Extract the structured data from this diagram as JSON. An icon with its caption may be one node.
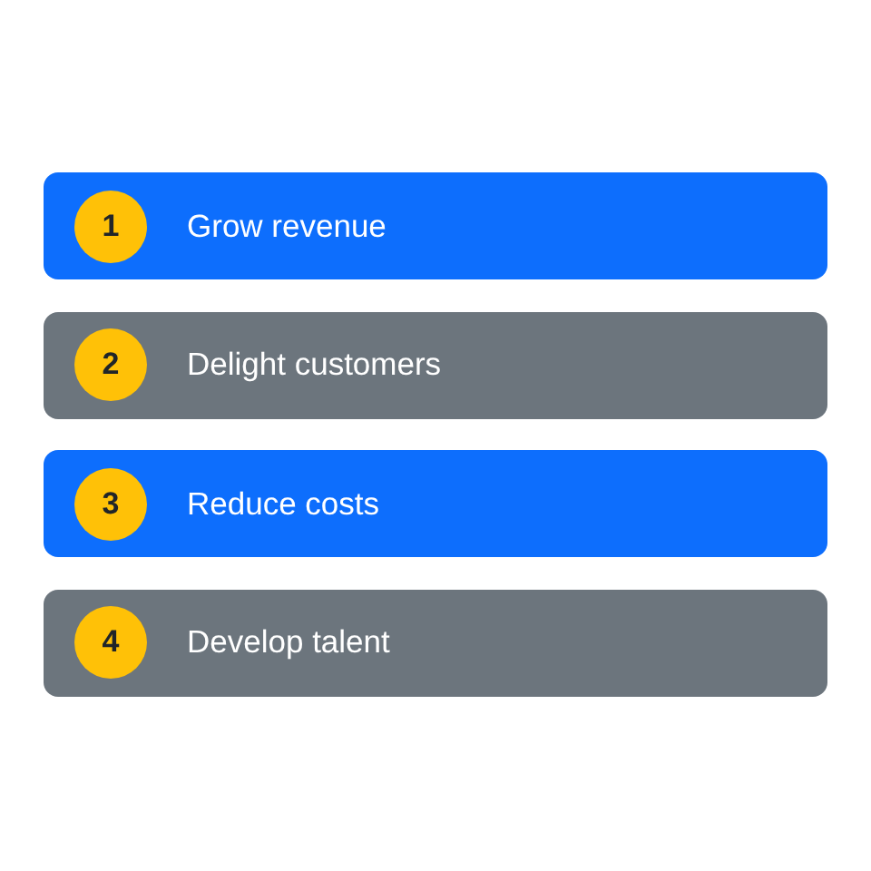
{
  "diagram": {
    "nodes": [
      {
        "text": [
          "Grow revenue"
        ]
      },
      {
        "text": [
          "1"
        ],
        "in": 0
      },
      {
        "text": [
          "Delight customers"
        ]
      },
      {
        "text": [
          "2"
        ],
        "in": 2
      },
      {
        "text": [
          "Reduce costs"
        ]
      },
      {
        "text": [
          "3"
        ],
        "in": 4
      },
      {
        "text": [
          "Develop talent"
        ]
      },
      {
        "text": [
          "4"
        ],
        "in": 6
      }
    ]
  }
}
